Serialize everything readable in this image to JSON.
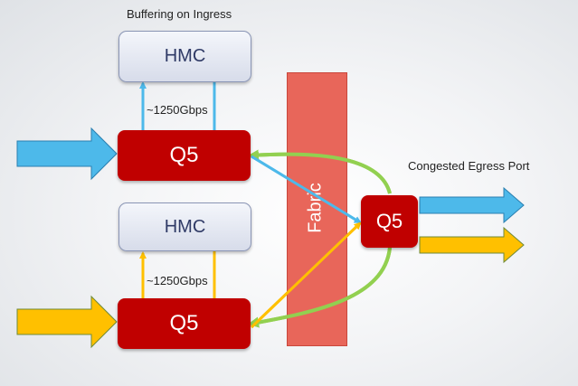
{
  "title": "Buffering on Ingress",
  "egress_label": "Congested Egress Port",
  "fabric_label": "Fabric",
  "hmc_label": "HMC",
  "q5_label": "Q5",
  "bandwidth_label": "~1250Gbps",
  "colors": {
    "blue": "#4db9ea",
    "yellow": "#ffc000",
    "green": "#92d050",
    "q5_red": "#c00000",
    "fabric": "#e8665a"
  }
}
